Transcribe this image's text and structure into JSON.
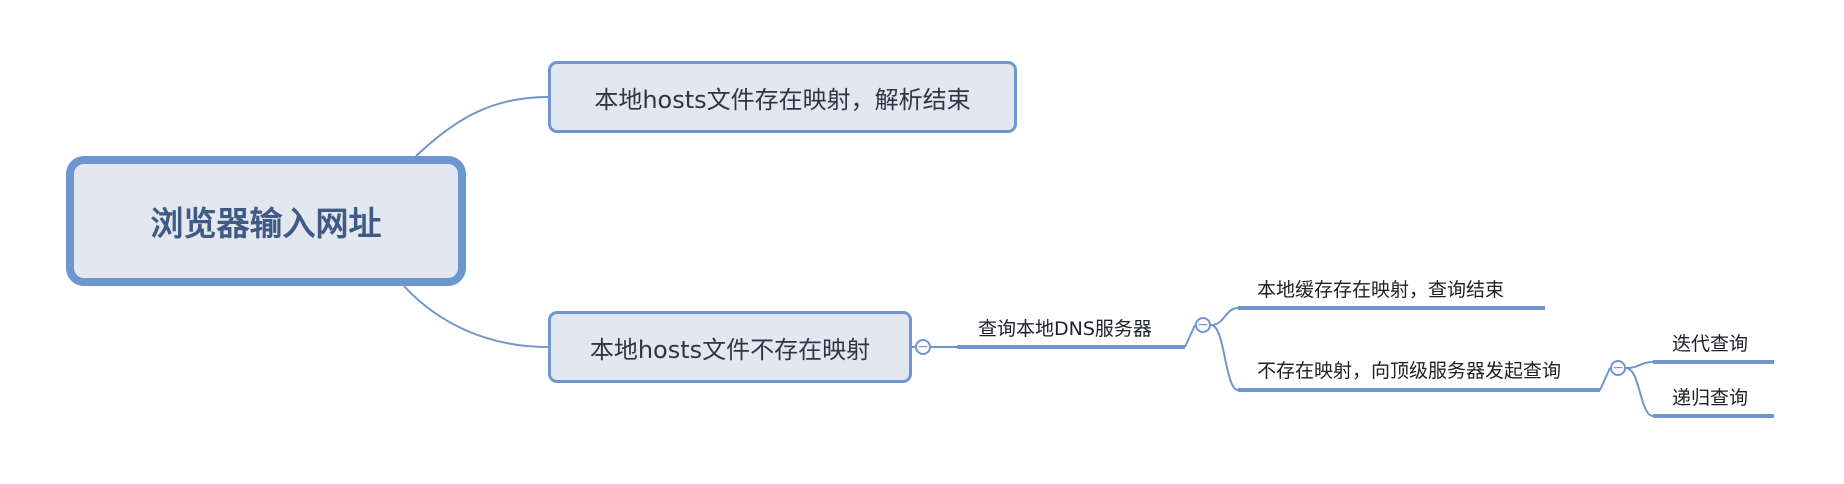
{
  "mindmap": {
    "root": {
      "label": "浏览器输入网址"
    },
    "branches": [
      {
        "label": "本地hosts文件存在映射，解析结束"
      },
      {
        "label": "本地hosts文件不存在映射",
        "child": {
          "label": "查询本地DNS服务器",
          "children": [
            {
              "label": "本地缓存存在映射，查询结束"
            },
            {
              "label": "不存在映射，向顶级服务器发起查询",
              "children": [
                {
                  "label": "迭代查询"
                },
                {
                  "label": "递归查询"
                }
              ]
            }
          ]
        }
      }
    ],
    "collapse_icon": "minus-circle-icon"
  },
  "colors": {
    "line": "#6f96cf",
    "node_fill": "#e2e7f0",
    "root_border": "#6d95cf",
    "root_text": "#3f5b85"
  }
}
